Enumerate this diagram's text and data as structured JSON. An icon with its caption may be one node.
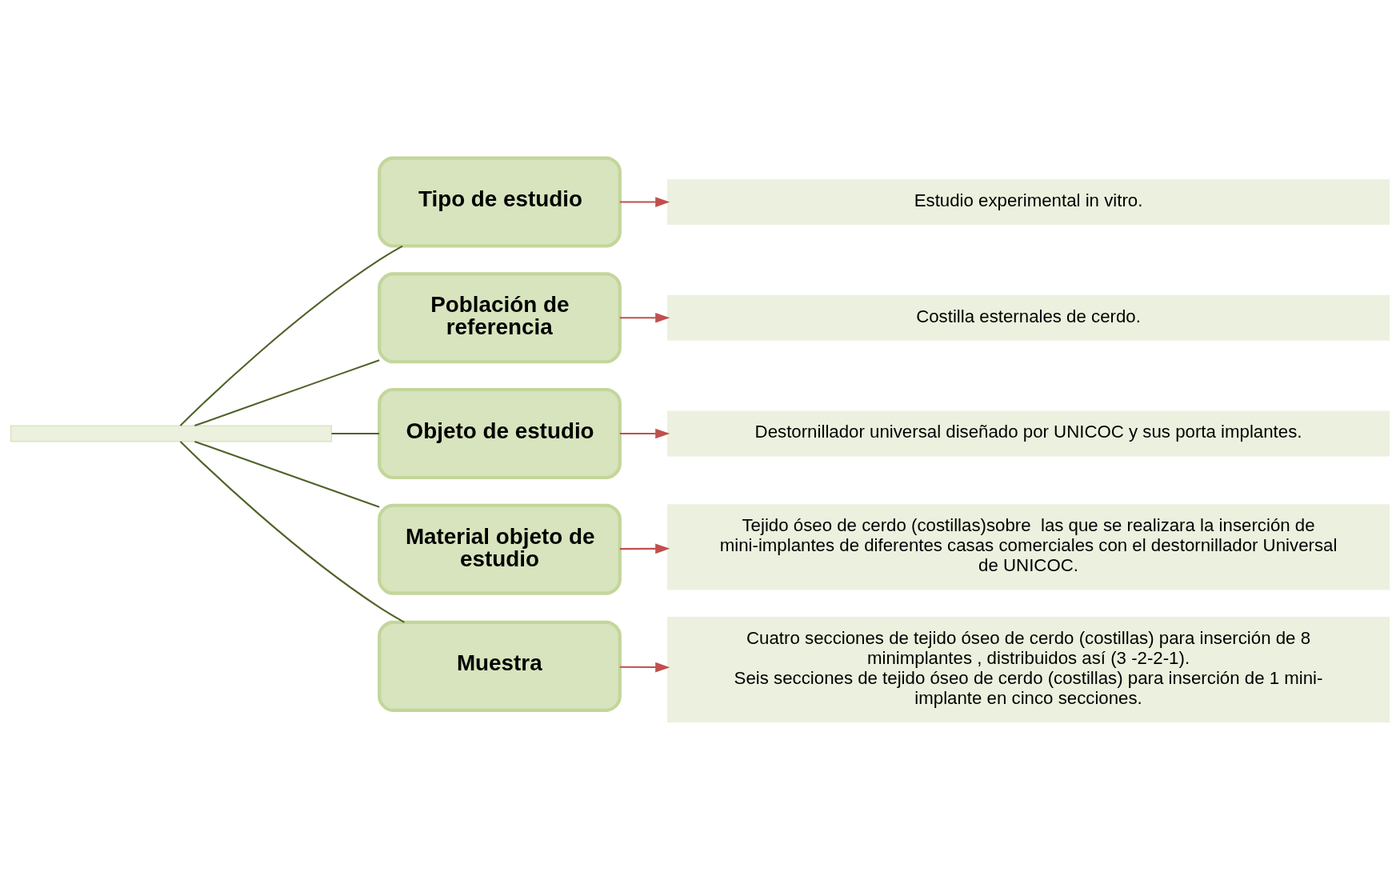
{
  "diagram": {
    "nodes": [
      {
        "text": [],
        "shape": "box"
      },
      {
        "text": [
          "Tipo de estudio"
        ]
      },
      {
        "text": [
          "Estudio experimental in vitro."
        ]
      },
      {
        "text": [
          "Población de referencia"
        ]
      },
      {
        "text": [
          "Costilla esternales de cerdo."
        ]
      },
      {
        "text": [
          "Objeto de estudio"
        ]
      },
      {
        "text": [
          "Destornillador universal diseñado por UNICOC y sus porta implantes."
        ]
      },
      {
        "text": [
          "Material objeto de estudio"
        ]
      },
      {
        "text": [
          "Tejido óseo de cerdo (costillas)sobre  las que se realizara la inserción de mini-implantes de diferentes casas comerciales con el destornillador Universal de UNICOC."
        ]
      },
      {
        "text": [
          "Muestra"
        ]
      },
      {
        "text": [
          "Cuatro secciones de tejido óseo de cerdo (costillas) para inserción de 8 minimplantes , distribuidos así (3 -2-2-1).",
          "Seis secciones de tejido óseo de cerdo (costillas) para inserción de 1 mini-implante en cinco secciones."
        ]
      }
    ],
    "edges": [
      {
        "from": 0,
        "to": 1,
        "arrow": "none",
        "color": "#4f6228"
      },
      {
        "from": 0,
        "to": 3,
        "arrow": "none",
        "color": "#4f6228"
      },
      {
        "from": 0,
        "to": 5,
        "arrow": "none",
        "color": "#4f6228"
      },
      {
        "from": 0,
        "to": 7,
        "arrow": "none",
        "color": "#4f6228"
      },
      {
        "from": 0,
        "to": 9,
        "arrow": "none",
        "color": "#4f6228"
      },
      {
        "from": 1,
        "to": 2,
        "arrow": "to",
        "color": "#c0504d"
      },
      {
        "from": 3,
        "to": 4,
        "arrow": "to",
        "color": "#c0504d"
      },
      {
        "from": 5,
        "to": 6,
        "arrow": "to",
        "color": "#c0504d"
      },
      {
        "from": 7,
        "to": 8,
        "arrow": "to",
        "color": "#c0504d"
      },
      {
        "from": 9,
        "to": 10,
        "arrow": "to",
        "color": "#c0504d"
      }
    ]
  }
}
